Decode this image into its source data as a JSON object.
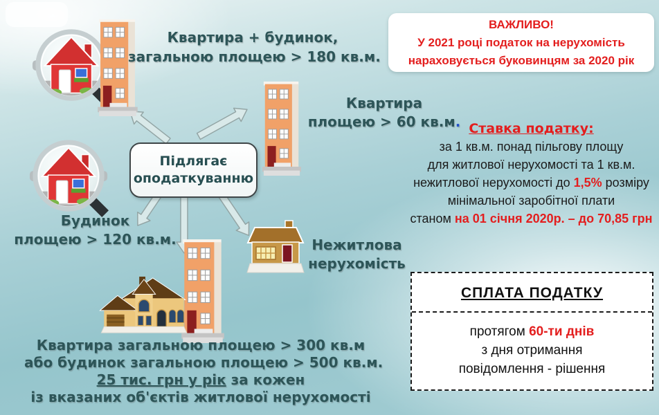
{
  "important_box": {
    "title": "ВАЖЛИВО!",
    "line2": "У 2021 році податок на нерухомість",
    "line3": "нараховується буковинцям за 2020 рік"
  },
  "center_box": {
    "line1": "Підлягає",
    "line2": "оподаткуванню"
  },
  "labels": {
    "apartment_plus_house": {
      "line1": "Квартира + будинок,",
      "line2": "загальною площею > 180 кв.м."
    },
    "apartment": {
      "line1": "Квартира",
      "line2": "площею > 60 кв.м",
      "dot": "."
    },
    "house": {
      "line1": "Будинок",
      "line2": "площею > 120 кв.м."
    },
    "nonresidential": {
      "line1": "Нежитлова",
      "line2": "нерухомість"
    }
  },
  "bottom_note": {
    "line1": "Квартира загальною площею > 300 кв.м",
    "line2": "або будинок загальною площею > 500 кв.м.",
    "line3_underline": "25 тис. грн у рік",
    "line3_rest": " за кожен",
    "line4": "із вказаних об'єктів житлової нерухомості"
  },
  "tax_rate": {
    "title": "Ставка податку:",
    "line1": "за 1 кв.м. понад пільгову площу",
    "line2": "для житлової нерухомості та 1 кв.м.",
    "line3_pre": "нежитлової нерухомості до ",
    "line3_red": "1,5%",
    "line3_post": " розміру",
    "line4": "мінімальної заробітної плати",
    "line5_pre": "станом ",
    "line5_red": "на 01 січня 2020р. – до 70,85 грн"
  },
  "payment_box": {
    "title": "СПЛАТА ПОДАТКУ",
    "line1_pre": "протягом ",
    "line1_red": "60-ти днів",
    "line2": "з дня отримання",
    "line3": "повідомлення - рішення"
  },
  "icons": {
    "magnifier_house": "magnifier-house-icon",
    "apartment_building": "apartment-building-icon",
    "mansion": "mansion-house-icon",
    "small_house": "small-house-icon",
    "flow_arrow": "arrow-icon"
  },
  "colors": {
    "accent_red": "#e31e1e",
    "teal_text": "#2d5558",
    "dark_text": "#1b1b1b",
    "background_teal": "#9ecbd2"
  }
}
